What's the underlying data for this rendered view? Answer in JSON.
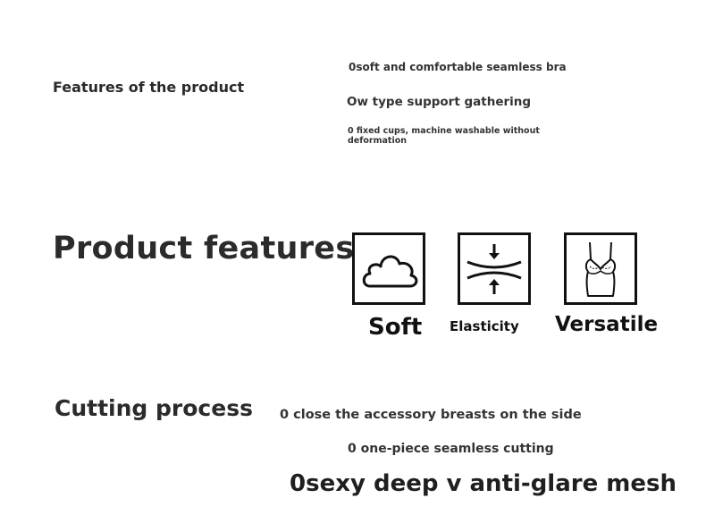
{
  "intro": {
    "title": "Features of the product",
    "features": [
      "0soft and comfortable seamless bra",
      "Ow type support gathering",
      "0 fixed cups, machine washable without deformation"
    ]
  },
  "product_features": {
    "title": "Product features",
    "items": [
      {
        "icon": "cloud-icon",
        "label": "Soft"
      },
      {
        "icon": "compress-arrows-icon",
        "label": "Elasticity"
      },
      {
        "icon": "camisole-icon",
        "label": "Versatile"
      }
    ]
  },
  "cutting": {
    "title": "Cutting process",
    "features": [
      "0 close the accessory breasts on the side",
      "0 one-piece seamless cutting",
      "0sexy deep v anti-glare mesh"
    ]
  }
}
